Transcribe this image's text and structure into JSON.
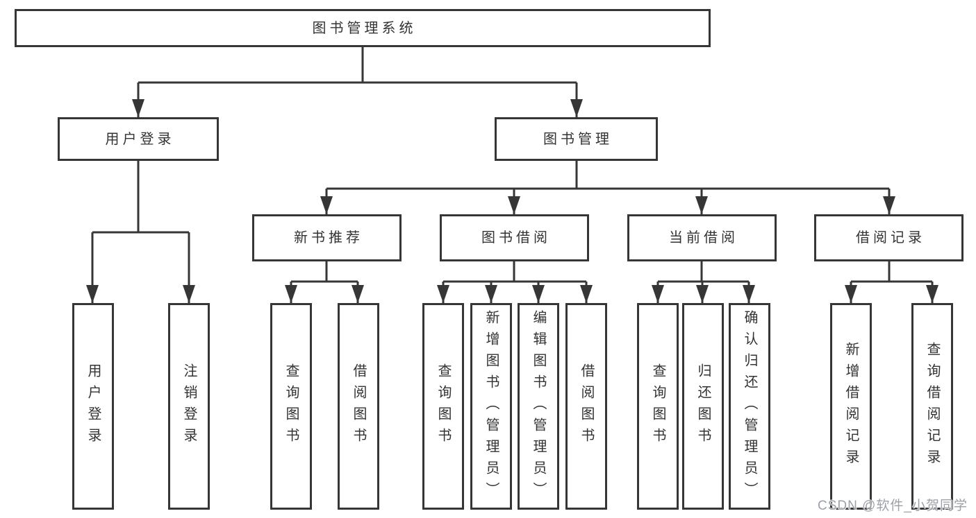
{
  "tree": {
    "label": "图书管理系统",
    "children": [
      {
        "label": "用户登录",
        "children": [
          {
            "label": "用户登录"
          },
          {
            "label": "注销登录"
          }
        ]
      },
      {
        "label": "图书管理",
        "children": [
          {
            "label": "新书推荐",
            "children": [
              {
                "label": "查询图书"
              },
              {
                "label": "借阅图书"
              }
            ]
          },
          {
            "label": "图书借阅",
            "children": [
              {
                "label": "查询图书"
              },
              {
                "label": "新增图书（管理员）"
              },
              {
                "label": "编辑图书（管理员）"
              },
              {
                "label": "借阅图书"
              }
            ]
          },
          {
            "label": "当前借阅",
            "children": [
              {
                "label": "查询图书"
              },
              {
                "label": "归还图书"
              },
              {
                "label": "确认归还（管理员）"
              }
            ]
          },
          {
            "label": "借阅记录",
            "children": [
              {
                "label": "新增借阅记录"
              },
              {
                "label": "查询借阅记录"
              }
            ]
          }
        ]
      }
    ]
  },
  "watermark": {
    "text": "CSDN @软件_小贺同学"
  },
  "colors": {
    "line": "#363636",
    "text": "#333333",
    "background": "#ffffff",
    "watermark": "#9ca1a7"
  }
}
